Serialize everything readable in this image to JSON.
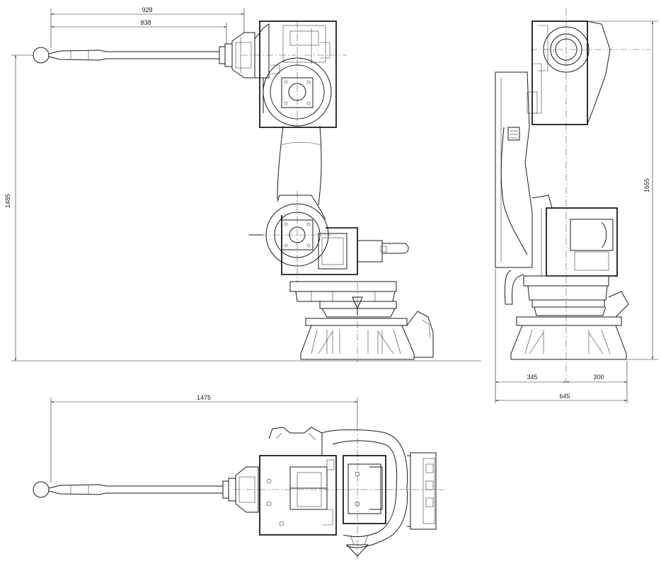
{
  "dimensions": {
    "side_reach_total": "928",
    "side_reach_inner": "838",
    "side_height_axis": "1485",
    "front_height": "1655",
    "front_base_left": "345",
    "front_base_right": "300",
    "front_base_width": "645",
    "top_reach": "1475"
  }
}
